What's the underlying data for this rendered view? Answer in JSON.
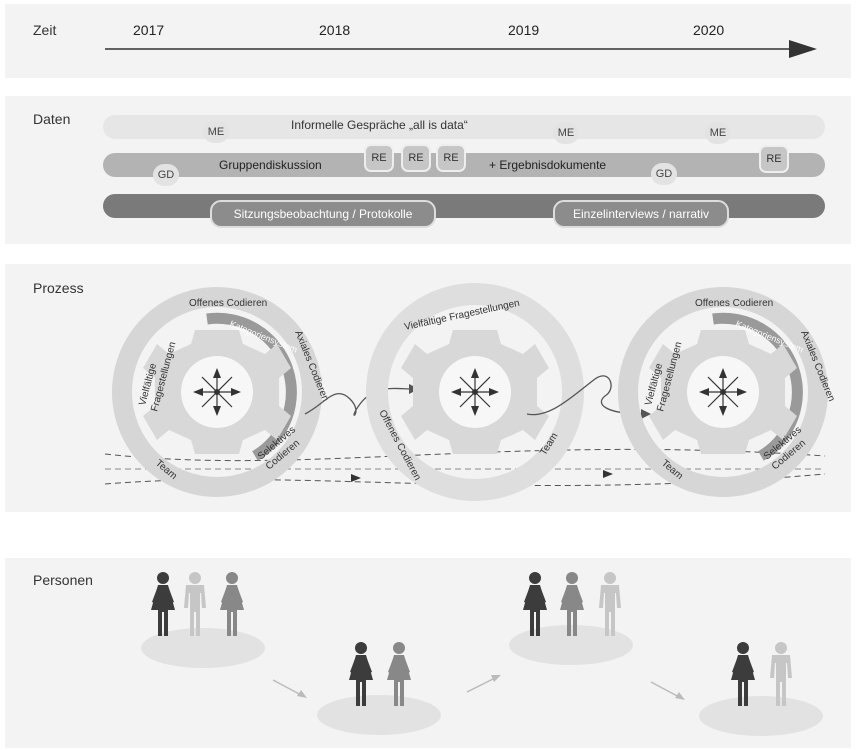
{
  "zeit": {
    "title": "Zeit",
    "years": [
      "2017",
      "2018",
      "2019",
      "2020"
    ]
  },
  "daten": {
    "title": "Daten",
    "informal": "Informelle Gespräche „all is data“",
    "group": "Gruppendiskussion",
    "results": "+ Ergebnisdokumente",
    "observation": "Sitzungsbeobachtung / Protokolle",
    "interviews": "Einzelinterviews / narrativ",
    "me": "ME",
    "re": "RE",
    "gd": "GD"
  },
  "prozess": {
    "title": "Prozess",
    "offen": "Offenes Codieren",
    "kategorie": "Kategoriensystem",
    "axial": "Axiales Codieren",
    "selektiv1": "Selektives",
    "selektiv2": "Codieren",
    "team": "Team",
    "vielf1": "Vielfältige",
    "vielf2": "Fragestellungen",
    "vielf_full": "Vielfältige Fragestellungen"
  },
  "personen": {
    "title": "Personen"
  },
  "colors": {
    "panel": "#f3f3f3",
    "dark": "#4a4a4a",
    "mid": "#8a8a8a",
    "light": "#c4c4c4",
    "vlight": "#e4e4e4"
  }
}
